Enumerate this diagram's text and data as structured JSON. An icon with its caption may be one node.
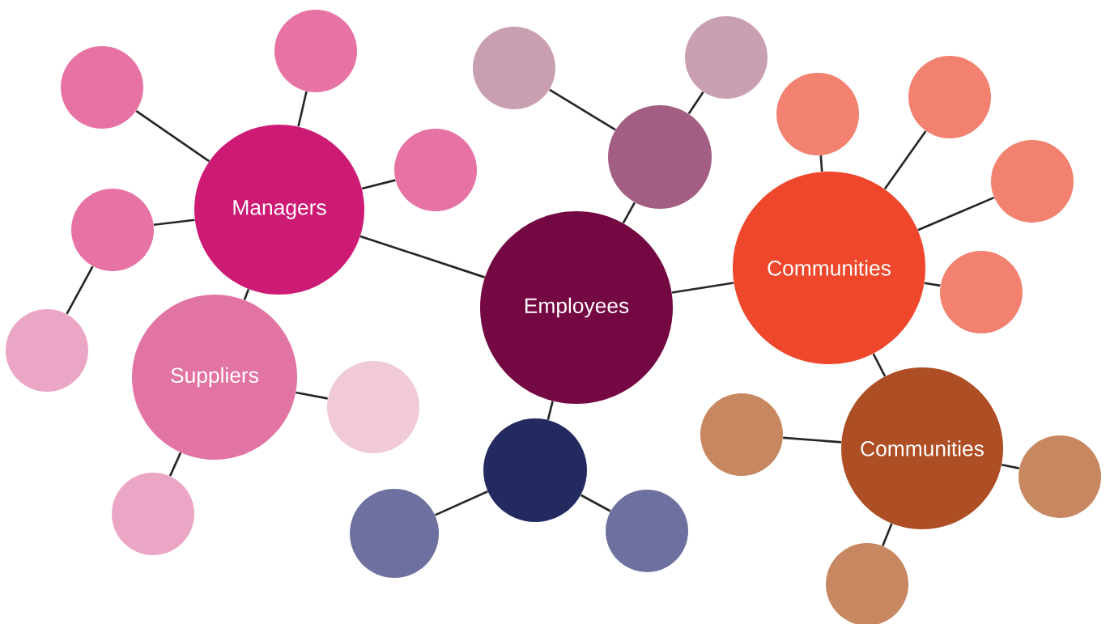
{
  "diagram": {
    "nodes": [
      {
        "text": [
          "Employees"
        ]
      },
      {
        "text": [
          "Managers"
        ]
      },
      {
        "text": [
          "Suppliers"
        ]
      },
      {
        "text": [
          "Communities"
        ]
      },
      {
        "text": [
          "Communities"
        ]
      },
      {
        "text": [],
        "shape": "circle"
      },
      {
        "text": [],
        "shape": "circle"
      },
      {
        "text": [],
        "shape": "circle"
      },
      {
        "text": [],
        "shape": "circle"
      },
      {
        "text": [],
        "shape": "circle"
      },
      {
        "text": [],
        "shape": "circle"
      },
      {
        "text": [],
        "shape": "circle"
      },
      {
        "text": [],
        "shape": "circle"
      },
      {
        "text": [],
        "shape": "circle"
      },
      {
        "text": [],
        "shape": "circle"
      },
      {
        "text": [],
        "shape": "circle"
      },
      {
        "text": [],
        "shape": "circle"
      },
      {
        "text": [],
        "shape": "circle"
      },
      {
        "text": [],
        "shape": "circle"
      },
      {
        "text": [],
        "shape": "circle"
      },
      {
        "text": [],
        "shape": "circle"
      },
      {
        "text": [],
        "shape": "circle"
      },
      {
        "text": [],
        "shape": "circle"
      },
      {
        "text": [],
        "shape": "circle"
      },
      {
        "text": [],
        "shape": "circle"
      }
    ],
    "edges": [
      {
        "from": 0,
        "to": 1,
        "arrow": "none"
      },
      {
        "from": 1,
        "to": 2,
        "arrow": "none"
      },
      {
        "from": 0,
        "to": 5,
        "arrow": "none"
      },
      {
        "from": 0,
        "to": 6,
        "arrow": "none"
      },
      {
        "from": 0,
        "to": 3,
        "arrow": "none"
      },
      {
        "from": 3,
        "to": 4,
        "arrow": "none"
      },
      {
        "from": 1,
        "to": 7,
        "arrow": "none"
      },
      {
        "from": 1,
        "to": 8,
        "arrow": "none"
      },
      {
        "from": 1,
        "to": 9,
        "arrow": "none"
      },
      {
        "from": 1,
        "to": 10,
        "arrow": "none"
      },
      {
        "from": 10,
        "to": 11,
        "arrow": "none"
      },
      {
        "from": 2,
        "to": 12,
        "arrow": "none"
      },
      {
        "from": 2,
        "to": 13,
        "arrow": "none"
      },
      {
        "from": 5,
        "to": 14,
        "arrow": "none"
      },
      {
        "from": 5,
        "to": 15,
        "arrow": "none"
      },
      {
        "from": 6,
        "to": 16,
        "arrow": "none"
      },
      {
        "from": 6,
        "to": 17,
        "arrow": "none"
      },
      {
        "from": 3,
        "to": 18,
        "arrow": "none"
      },
      {
        "from": 3,
        "to": 19,
        "arrow": "none"
      },
      {
        "from": 3,
        "to": 20,
        "arrow": "none"
      },
      {
        "from": 3,
        "to": 21,
        "arrow": "none"
      },
      {
        "from": 4,
        "to": 22,
        "arrow": "none"
      },
      {
        "from": 4,
        "to": 23,
        "arrow": "none"
      },
      {
        "from": 4,
        "to": 24,
        "arrow": "none"
      }
    ]
  }
}
